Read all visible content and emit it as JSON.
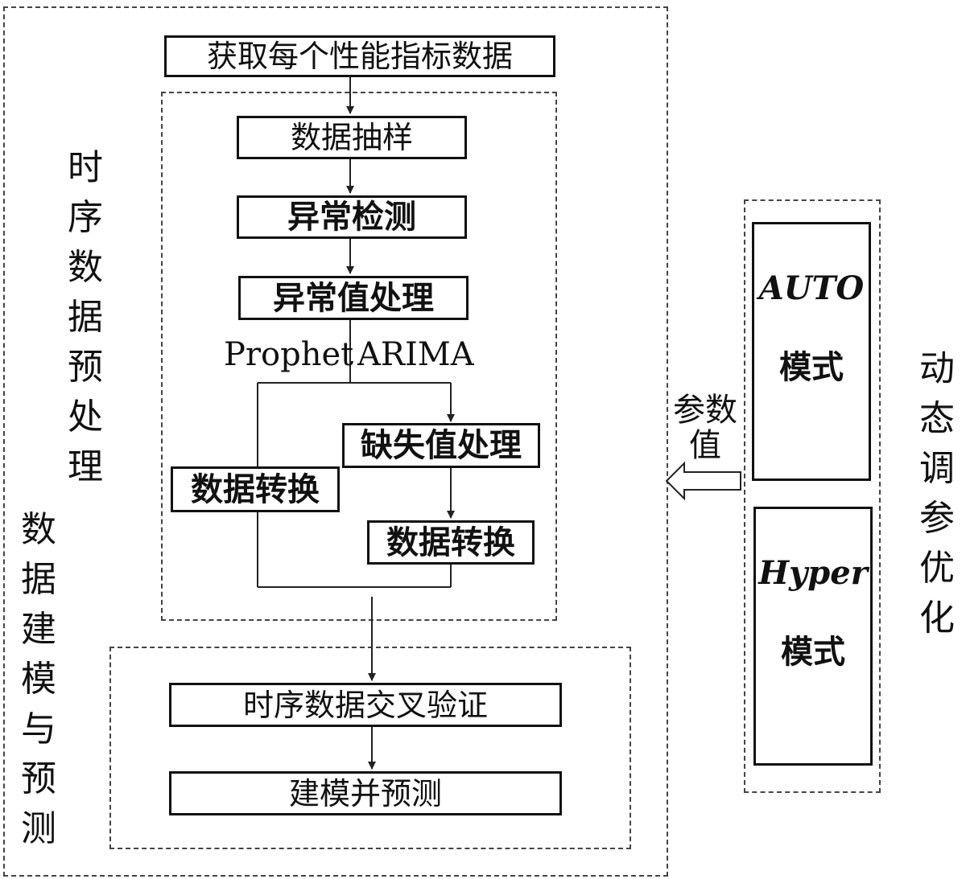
{
  "left_panel": {
    "top_box": "获取每个性能指标数据",
    "preprocess_label": "时序数据预处理",
    "modeling_label": "数据建模与预测",
    "steps": {
      "sampling": "数据抽样",
      "anomaly_detection": "异常检测",
      "outlier_handling": "异常值处理",
      "missing_handling": "缺失值处理",
      "transform_prophet": "数据转换",
      "transform_arima": "数据转换",
      "cross_validation": "时序数据交叉验证",
      "model_predict": "建模并预测"
    },
    "branch_labels": {
      "prophet": "Prophet",
      "arima": "ARIMA"
    }
  },
  "right_panel": {
    "label": "动态调参优化",
    "auto_mode": {
      "name": "AUTO",
      "label": "模式"
    },
    "hyper_mode": {
      "name": "Hyper",
      "label": "模式"
    }
  },
  "connector": {
    "label": "参数值"
  }
}
